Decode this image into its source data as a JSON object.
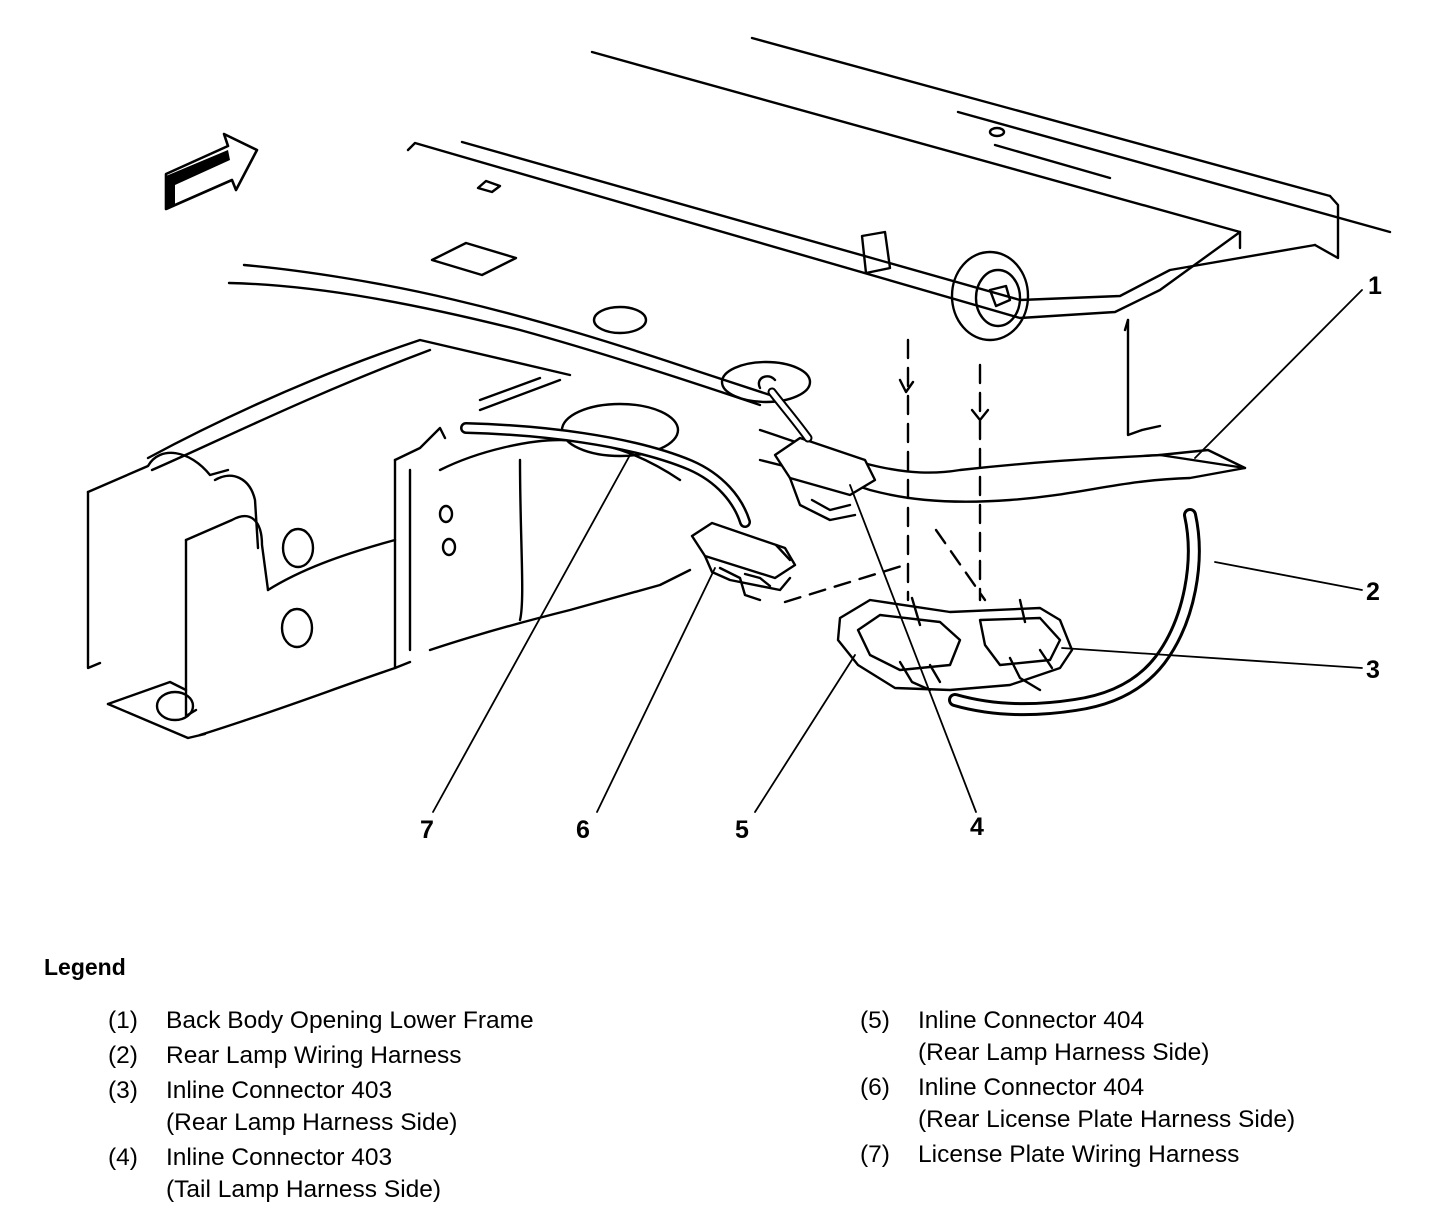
{
  "callouts": [
    "1",
    "2",
    "3",
    "4",
    "5",
    "6",
    "7"
  ],
  "legend": {
    "title": "Legend",
    "left_items": [
      {
        "num": "(1)",
        "line1": "Back Body Opening Lower Frame",
        "line2": ""
      },
      {
        "num": "(2)",
        "line1": "Rear Lamp Wiring Harness",
        "line2": ""
      },
      {
        "num": "(3)",
        "line1": "Inline Connector 403",
        "line2": "(Rear Lamp Harness Side)"
      },
      {
        "num": "(4)",
        "line1": "Inline Connector 403",
        "line2": "(Tail Lamp Harness Side)"
      }
    ],
    "right_items": [
      {
        "num": "(5)",
        "line1": "Inline Connector 404",
        "line2": "(Rear Lamp Harness Side)"
      },
      {
        "num": "(6)",
        "line1": "Inline Connector 404",
        "line2": "(Rear License Plate Harness Side)"
      },
      {
        "num": "(7)",
        "line1": "License Plate Wiring Harness",
        "line2": ""
      }
    ]
  },
  "icons": {
    "direction_arrow": "forward-arrow-icon"
  }
}
